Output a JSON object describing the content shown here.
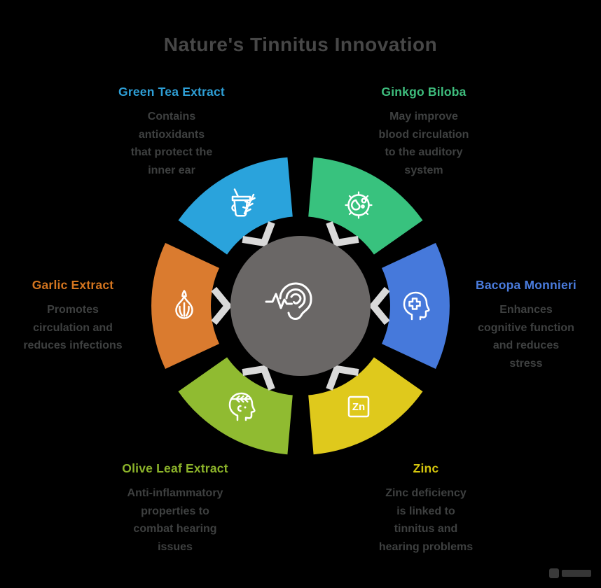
{
  "title": "Nature's Tinnitus Innovation",
  "colors": {
    "background": "#000000",
    "title_text": "#474747",
    "body_text": "#3E4040",
    "arrow": "#D9D9D9",
    "hub": "#6A6766",
    "icon_stroke": "#FFFFFF"
  },
  "center": {
    "icon": "ear-soundwave-icon"
  },
  "sections": [
    {
      "id": "green-tea",
      "title": "Green Tea Extract",
      "color": "#2E9FD6",
      "segment_color": "#2AA3DC",
      "icon": "tea-cup-icon",
      "text": "Contains\nantioxidants\nthat protect the\ninner ear"
    },
    {
      "id": "ginkgo",
      "title": "Ginkgo Biloba",
      "color": "#3EBD7D",
      "segment_color": "#38C27E",
      "icon": "microbe-icon",
      "text": "May improve\nblood circulation\nto the auditory\nsystem"
    },
    {
      "id": "bacopa",
      "title": "Bacopa Monnieri",
      "color": "#4A7CDE",
      "segment_color": "#4679DB",
      "icon": "head-cross-icon",
      "text": "Enhances\ncognitive function\nand reduces\nstress"
    },
    {
      "id": "zinc",
      "title": "Zinc",
      "color": "#D5C60D",
      "segment_color": "#DFC91C",
      "icon": "zinc-symbol-icon",
      "symbol": "Zn",
      "text": "Zinc deficiency\nis linked to\ntinnitus and\nhearing problems"
    },
    {
      "id": "olive-leaf",
      "title": "Olive Leaf Extract",
      "color": "#8CB32A",
      "segment_color": "#90BB31",
      "icon": "head-olive-branch-icon",
      "text": "Anti-inflammatory\nproperties to\ncombat hearing\nissues"
    },
    {
      "id": "garlic",
      "title": "Garlic Extract",
      "color": "#D4751F",
      "segment_color": "#DA7B2F",
      "icon": "garlic-bulb-icon",
      "text": "Promotes\ncirculation and\nreduces infections"
    }
  ]
}
